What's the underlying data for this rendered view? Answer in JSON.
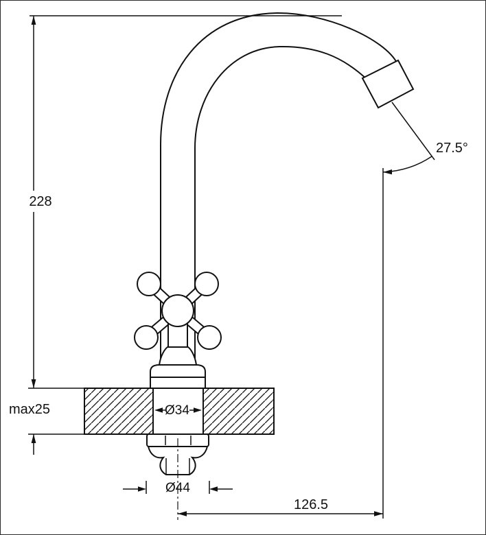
{
  "drawing": {
    "type": "technical-dimension-drawing",
    "subject": "kitchen-pillar-faucet-side-view",
    "colors": {
      "line": "#111111",
      "background": "#ffffff",
      "hatch": "#111111"
    },
    "dimensions": {
      "height": "228",
      "mounting_thickness": "max25",
      "shank_diameter": "Ø34",
      "base_diameter": "Ø44",
      "spout_reach": "126.5",
      "spout_angle": "27.5°"
    }
  }
}
